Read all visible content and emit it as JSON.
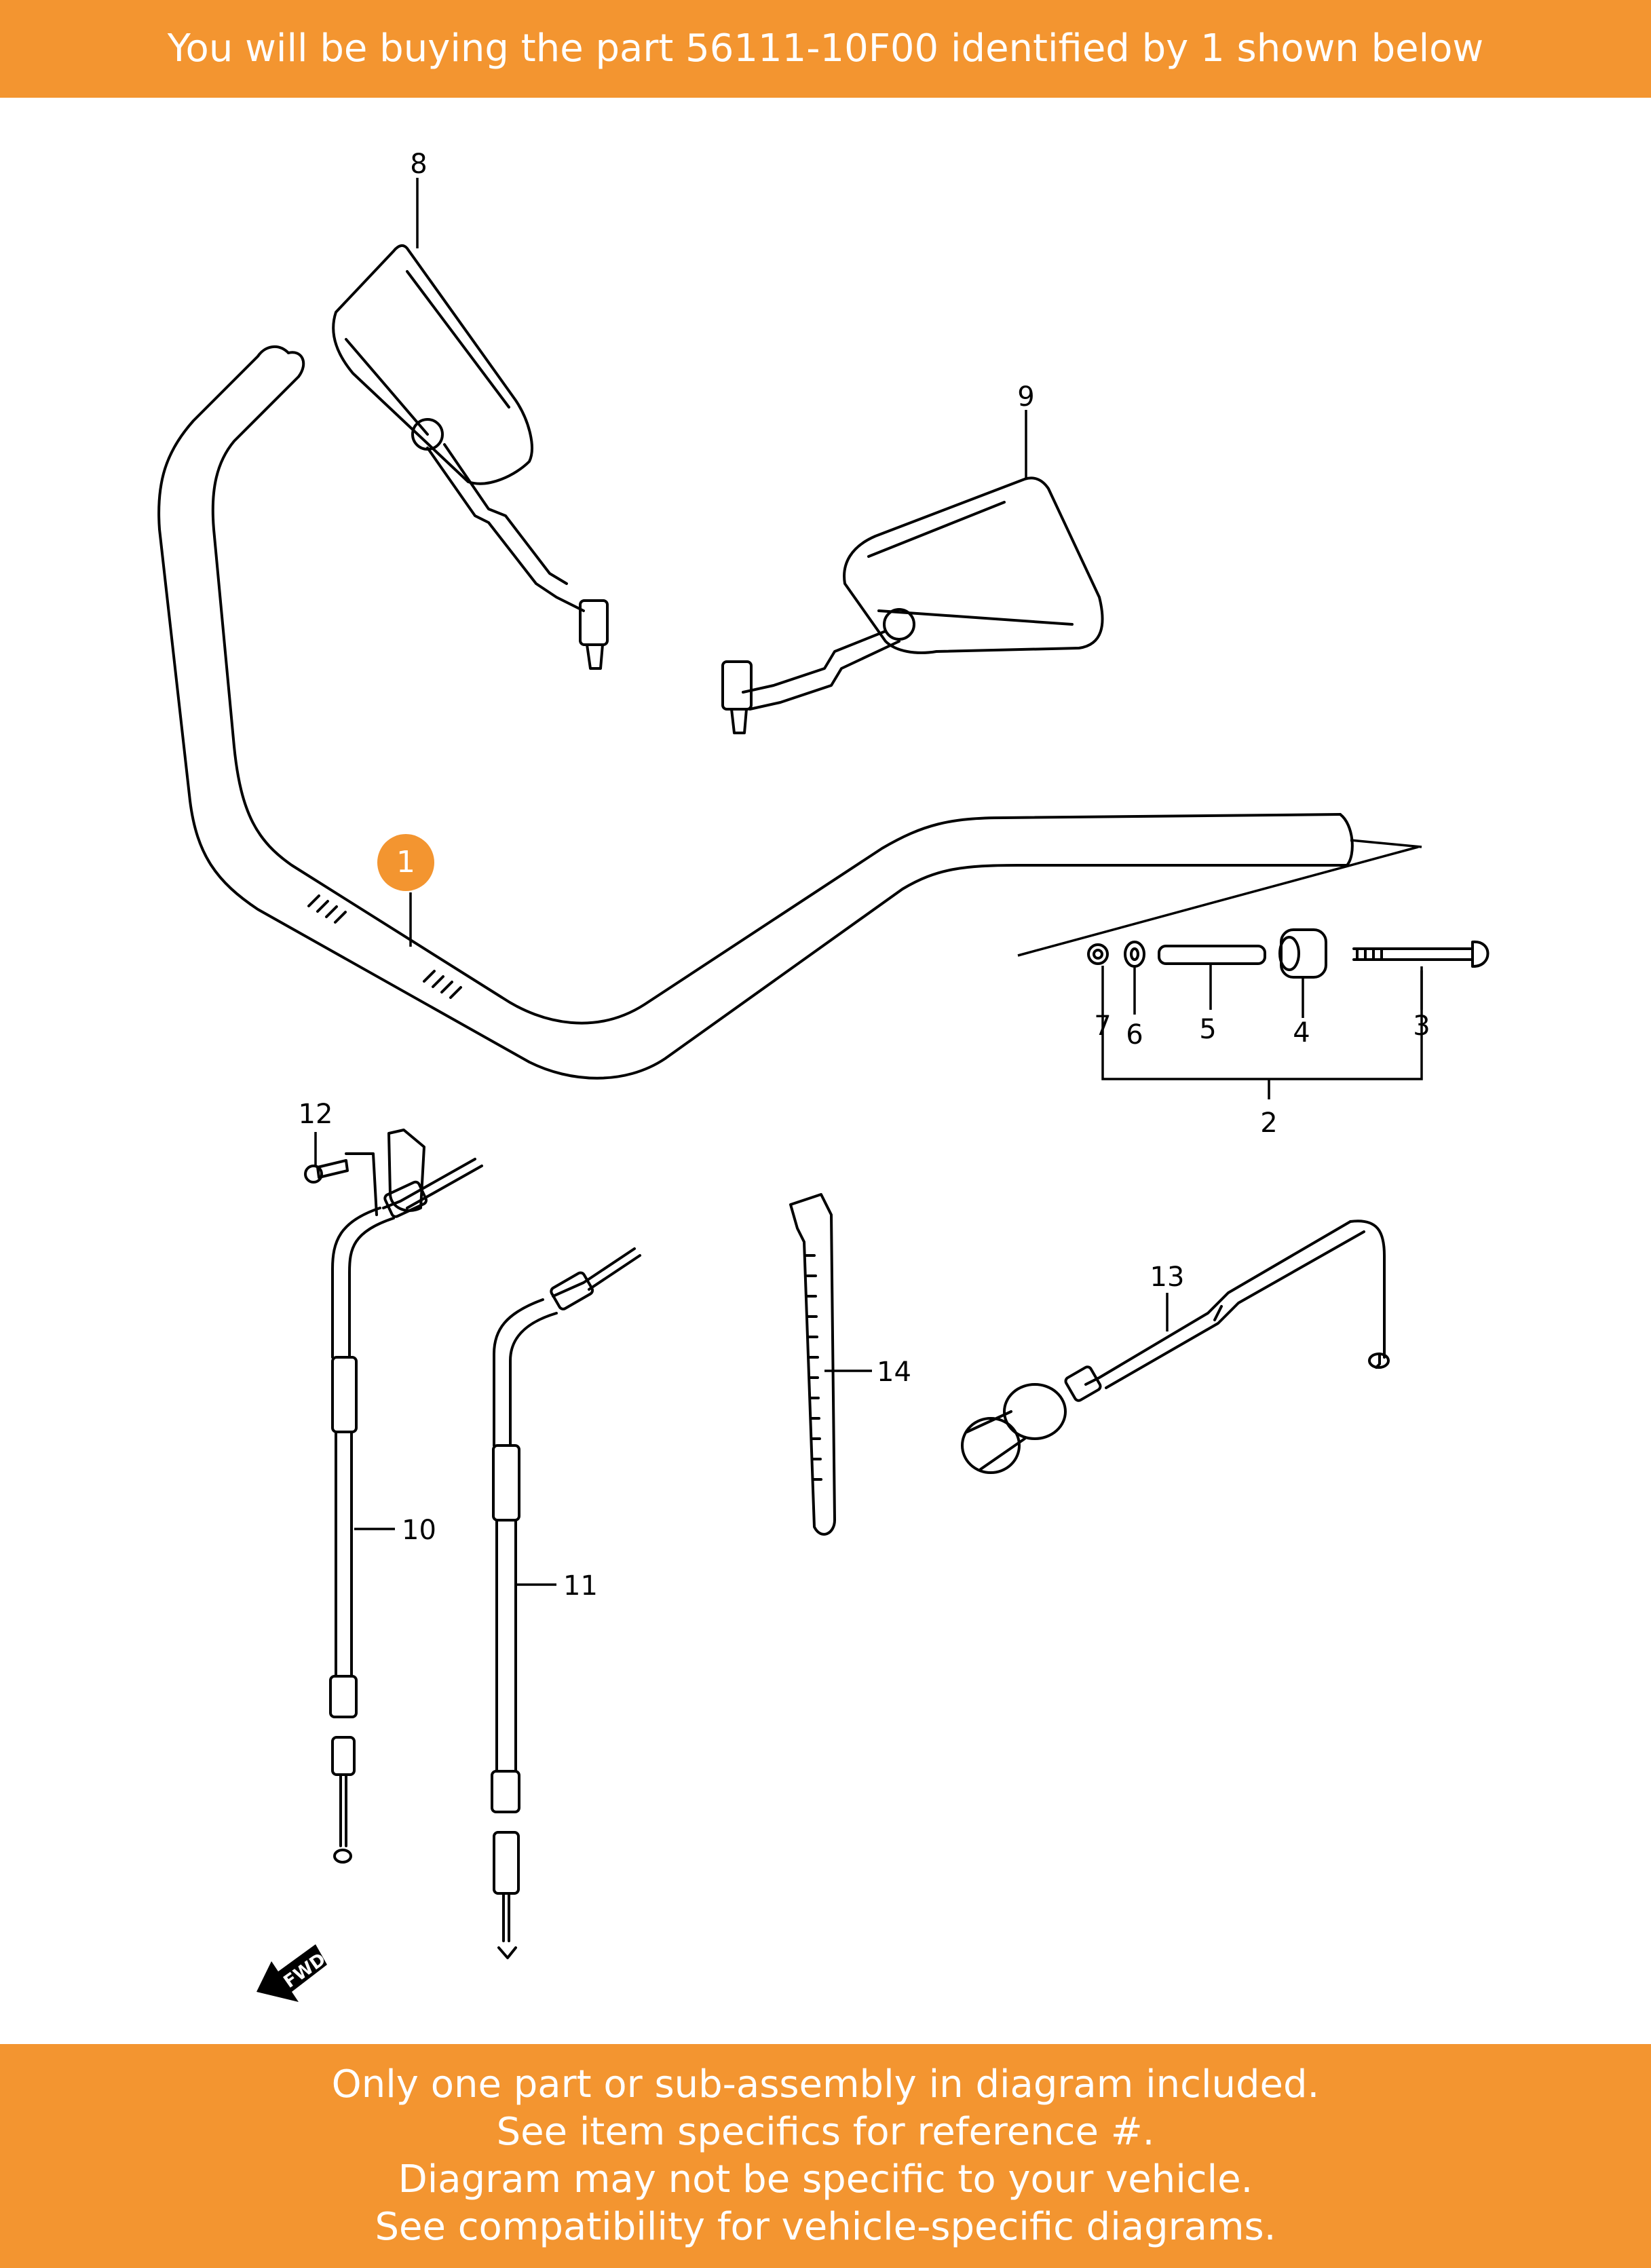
{
  "header": {
    "text": "You will be buying the part 56111-10F00 identified by 1 shown below"
  },
  "footer": {
    "lines": [
      "Only one part or sub-assembly in diagram included.",
      "See item specifics for reference #.",
      "Diagram may not be specific to your vehicle.",
      "See compatibility for vehicle-specific diagrams."
    ]
  },
  "diagram": {
    "highlight_color": "#F39530",
    "highlight_item": "1",
    "fwd_label": "FWD",
    "callouts": {
      "c1": "1",
      "c2": "2",
      "c3": "3",
      "c4": "4",
      "c5": "5",
      "c6": "6",
      "c7": "7",
      "c8": "8",
      "c9": "9",
      "c10": "10",
      "c11": "11",
      "c12": "12",
      "c13": "13",
      "c14": "14"
    }
  }
}
